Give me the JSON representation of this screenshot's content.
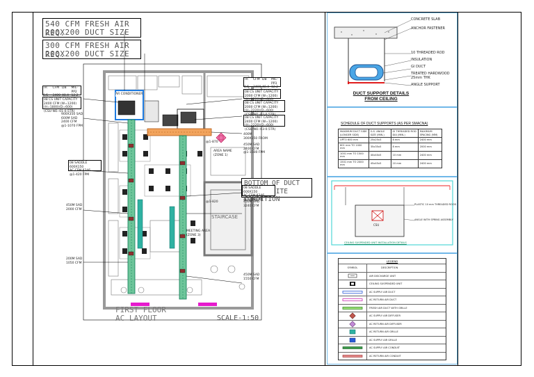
{
  "drawing": {
    "notes": {
      "fresh_air_1": [
        "540 CFM FRESH AIR REQ.",
        "200X200 DUCT SIZE"
      ],
      "fresh_air_2": [
        "300 CFM FRESH AIR REQ.",
        "200X200 DUCT SIZE"
      ],
      "bottom_of_duct": [
        "BOTTOM OF DUCT",
        "AS PER SITE CONDITION"
      ],
      "title": [
        "FIRST FLOOR",
        "AC LAYOUT"
      ],
      "scale": "SCALE-1:50",
      "staircase": "STAIRCASE"
    },
    "unit_tag_1": [
      "TR",
      "CFM",
      "DB",
      "MIL-PP2",
      "8.5",
      "3400",
      "48.4",
      "12.2"
    ],
    "unit_tag_2": [
      "TR",
      "CFM",
      "DB",
      "MIL-PP3",
      "8.5",
      "3400",
      "48.4",
      "12.2"
    ],
    "unit_note_1": [
      "08 CS UNIT CAPACITY",
      "2400 CFM (W=1200)(H=1800)(D=600)",
      "(CSU NO.-01-0.5TR)"
    ],
    "unit_note_2": [
      "08 CS UNIT CAPACITY",
      "2000 CFM (W=1200)(H=2220)(D=600)",
      "(CSU NO.-02-0.5TR)"
    ],
    "unit_note_3": [
      "08 CS UNIT CAPACITY",
      "2400 CFM (W=1200)(H=2220)(D=600)",
      "(CSU NO.-03-0.5TR)"
    ],
    "saddle_note_1": [
      "08 SADDLE 600X150",
      "AC CFM 8346",
      "@1-420 FPM"
    ],
    "saddle_note_2": [
      "08 SADDLE 600X150",
      "AC CFM 8346",
      "@1-420 FPM"
    ],
    "labels": {
      "l1": [
        "900X350 SAD",
        "600M SAD",
        "2400 CFM",
        "@1-1070 FPM"
      ],
      "l2": [
        "450M SAD",
        "2000 CFM"
      ],
      "l3": [
        "200M SAD",
        "1050 CFM"
      ],
      "l4": [
        "450M SAD",
        "1550 CFM"
      ],
      "l5": [
        "450M SAD",
        "3240 CFM"
      ],
      "l6": [
        "400M",
        "300X150 FROM"
      ],
      "l7": [
        "450M SAD",
        "2400 CFM",
        "@1-1500 FPM"
      ],
      "l8": [
        "AREA NAME",
        "(ZONE 1)"
      ],
      "l9": [
        "MEETING AREA",
        "(ZONE 3)"
      ],
      "l10": [
        "@1-870",
        "@1-820"
      ],
      "l11": [
        "AR CONDITIONER"
      ]
    }
  },
  "support": {
    "labels": [
      "CONCRETE SLAB",
      "ANCHOR FASTENER",
      "10 THREADED ROD",
      "INSULATION",
      "GI DUCT",
      "TREATED HARDWOOD",
      "25mm THK",
      "ANGLE SUPPORT"
    ],
    "title": [
      "DUCT SUPPORT DETAILS",
      "FROM CEILING"
    ]
  },
  "schedule": {
    "title": "SCHEDULE OF DUCT SUPPORTS (AS PER SMACNA)",
    "headers": [
      "MAXIMUM DUCT SIDE (LONGER SIDE)",
      "G.S. ANGLE SIZE (MIN.)",
      "GI THREADED ROD DIA (MIN.)",
      "MAXIMUM SPACING (MM)"
    ],
    "rows": [
      [
        "UPTO 600 mm",
        "25x25x3",
        "8 mm",
        "2400 mm"
      ],
      [
        "601 mm TO 1000 mm",
        "35x35x5",
        "8 mm",
        "2000 mm"
      ],
      [
        "1001 mm TO 1500 mm",
        "40x40x5",
        "10 mm",
        "2400 mm"
      ],
      [
        "1501 mm TO 2000 mm",
        "45x45x5",
        "10 mm",
        "2400 mm"
      ]
    ]
  },
  "csu": {
    "label": "CSU",
    "note1": "PLASTIC 10 mm THREADED ROOD",
    "note2": "ANGLE WITH SPRING ASSEMBLY",
    "title": "CEILING SUSPENDED UNIT INSTALLATION DETAILS"
  },
  "legend": {
    "title": "LEGEND",
    "headers": [
      "SYMBOL",
      "DESCRIPTION"
    ],
    "items": [
      "AIR DISCHARGE UNIT",
      "CEILING SUSPENDED UNIT",
      "AC SUPPLY AIR DUCT",
      "AC RETURN AIR DUCT",
      "FRESH AIR DUCT WITH GRILLE",
      "AC SUPPLY AIR DIFFUSER",
      "AC RETURN AIR DIFFUSER",
      "AC RETURN AIR GRILLE",
      "AC SUPPLY AIR GRILLE",
      "AC SUPPLY AIR CONDUIT",
      "AC RETURN AIR CONDUIT"
    ]
  }
}
